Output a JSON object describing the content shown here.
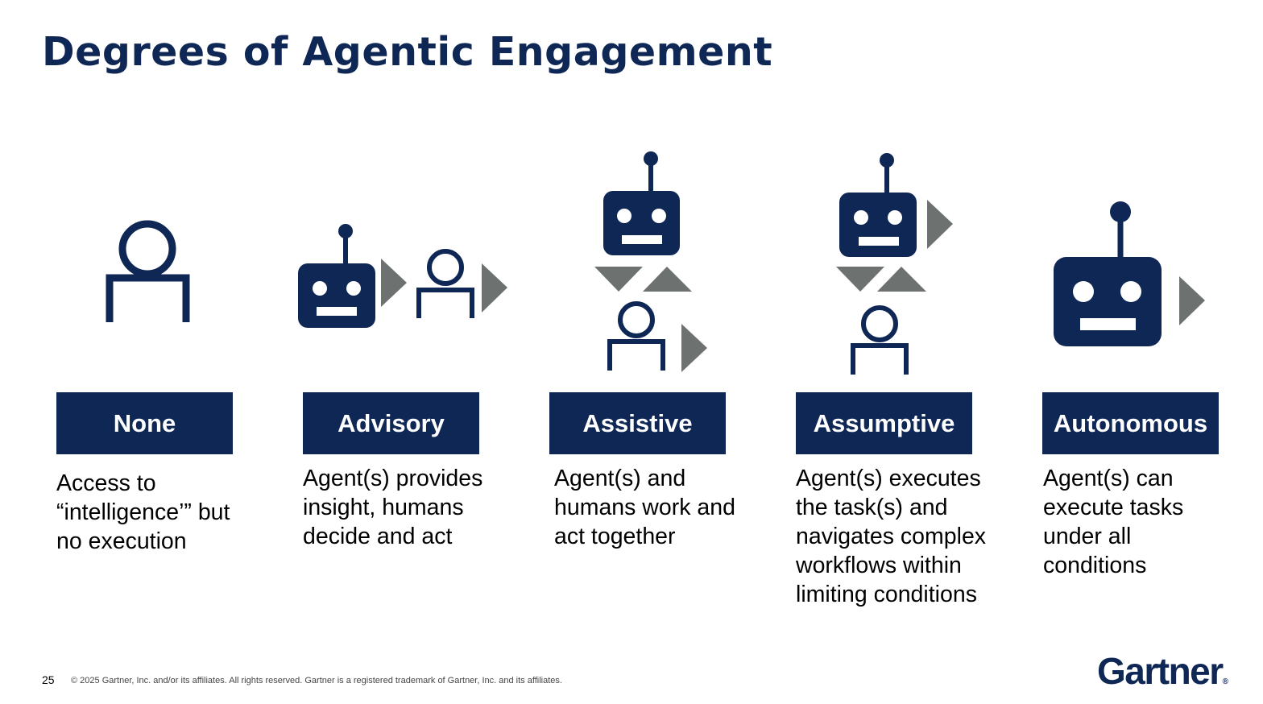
{
  "title": "Degrees of Agentic Engagement",
  "levels": [
    {
      "label": "None",
      "description": "Access to “intelligence’” but no execution"
    },
    {
      "label": "Advisory",
      "description": "Agent(s) provides insight, humans decide and act"
    },
    {
      "label": "Assistive",
      "description": "Agent(s) and humans work and act together"
    },
    {
      "label": "Assumptive",
      "description": "Agent(s) executes the task(s) and navigates complex workflows within limiting conditions"
    },
    {
      "label": "Autonomous",
      "description": "Agent(s) can execute tasks under all conditions"
    }
  ],
  "footer": {
    "page_number": "25",
    "copyright": "© 2025 Gartner, Inc. and/or its affiliates. All rights reserved. Gartner is a registered trademark of Gartner, Inc. and its affiliates."
  },
  "logo": {
    "text": "Gartner",
    "mark": "®"
  },
  "colors": {
    "navy": "#0f2755",
    "arrow_gray": "#6d7170",
    "text": "#000000"
  },
  "icons": [
    "person-icon",
    "robot-icon",
    "arrow-right-icon",
    "arrow-down-icon",
    "arrow-up-icon"
  ]
}
